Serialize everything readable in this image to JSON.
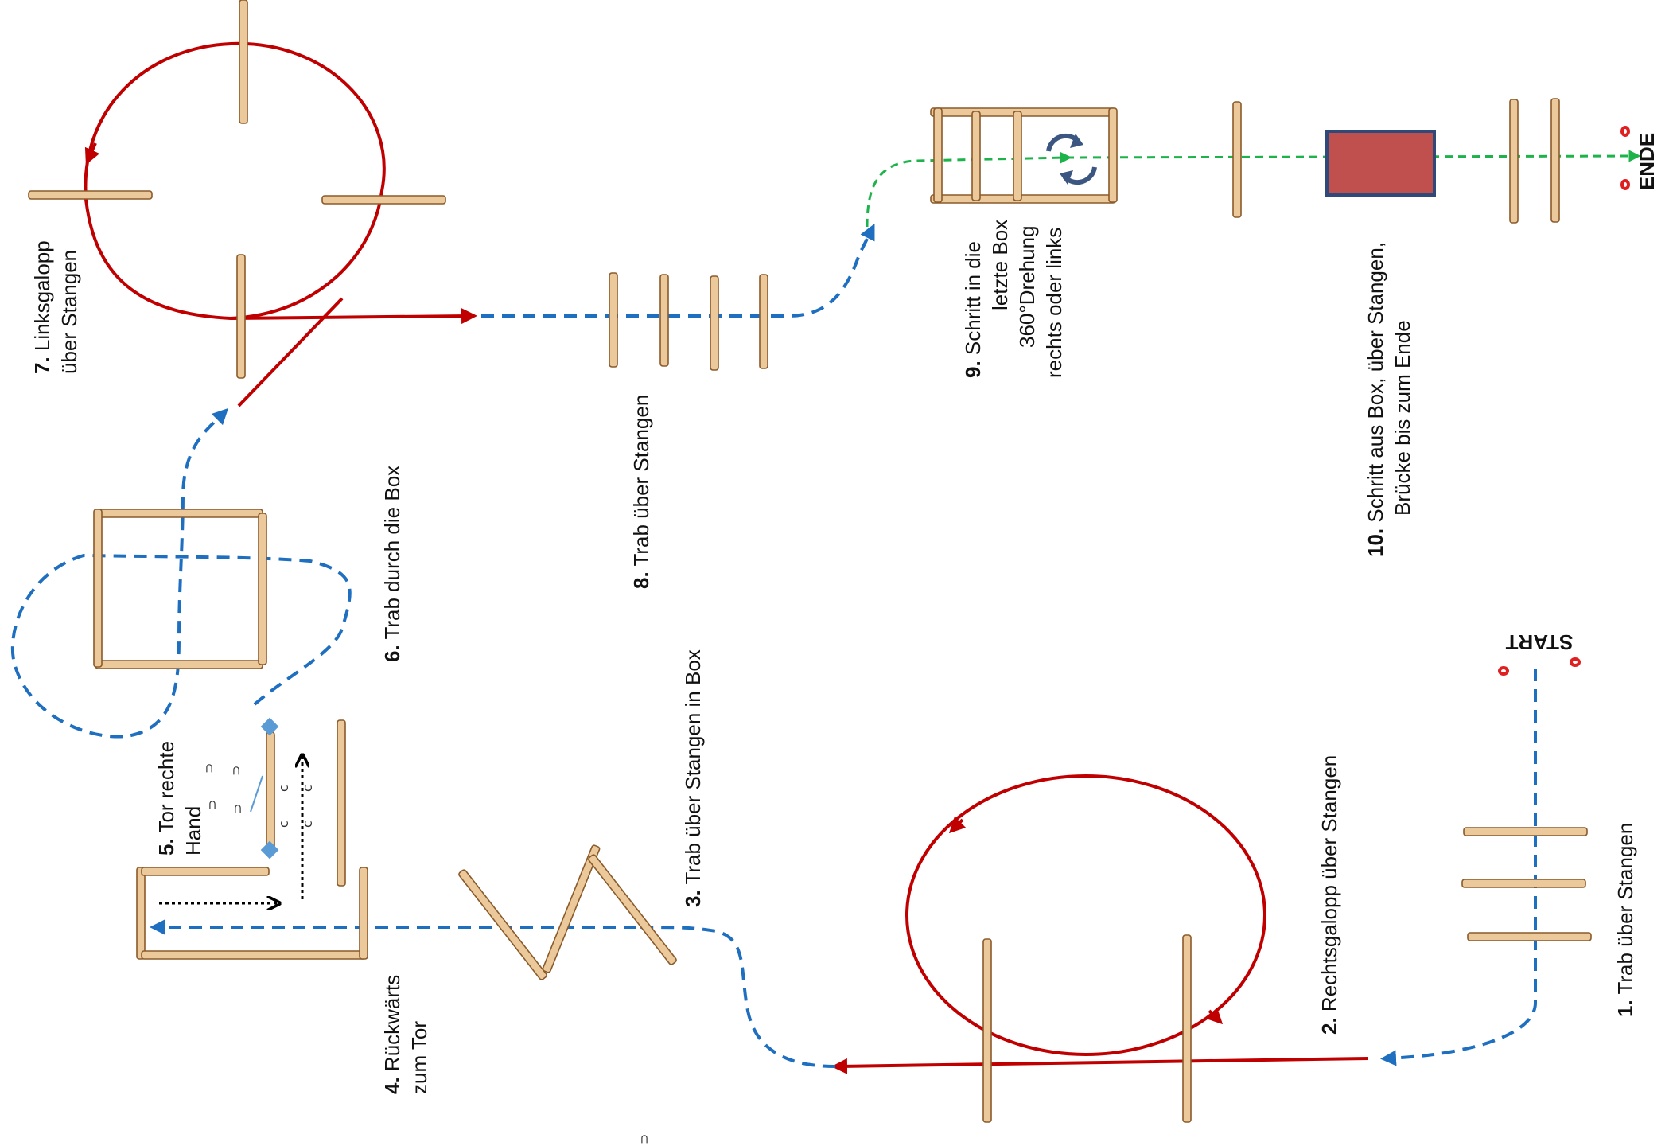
{
  "diagram": {
    "start_label": "START",
    "end_label": "ENDE",
    "stations": [
      {
        "num": "1.",
        "text": "Trab über Stangen"
      },
      {
        "num": "2.",
        "text": "Rechtsgalopp über Stangen"
      },
      {
        "num": "3.",
        "text": "Trab über Stangen in Box"
      },
      {
        "num": "4.",
        "text": "Rückwärts",
        "text2": "zum Tor"
      },
      {
        "num": "5.",
        "text": "Tor rechte",
        "text2": "Hand"
      },
      {
        "num": "6.",
        "text": "Trab durch die Box"
      },
      {
        "num": "7.",
        "text": "Linksgalopp",
        "text2": "über Stangen"
      },
      {
        "num": "8.",
        "text": "Trab über Stangen"
      },
      {
        "num": "9.",
        "text": "Schritt in die",
        "text2": "letzte Box",
        "text3": "360°Drehung",
        "text4": "rechts oder links"
      },
      {
        "num": "10.",
        "text": "Schritt aus Box, über Stangen,",
        "text2": "Brücke bis zum Ende"
      }
    ],
    "colors": {
      "trot": "#1f6fc0",
      "canter": "#c00000",
      "walk": "#1db34a",
      "pole_fill": "#ecc99a",
      "pole_edge": "#8a5a2b",
      "bridge": "#c0504d",
      "bridge_edge": "#2f4a7a",
      "cone": "#e02020",
      "gate_marker": "#5b9bd5"
    },
    "icons": [
      "rotate-360-icon",
      "cone-icon",
      "hoofprint-icon"
    ]
  }
}
